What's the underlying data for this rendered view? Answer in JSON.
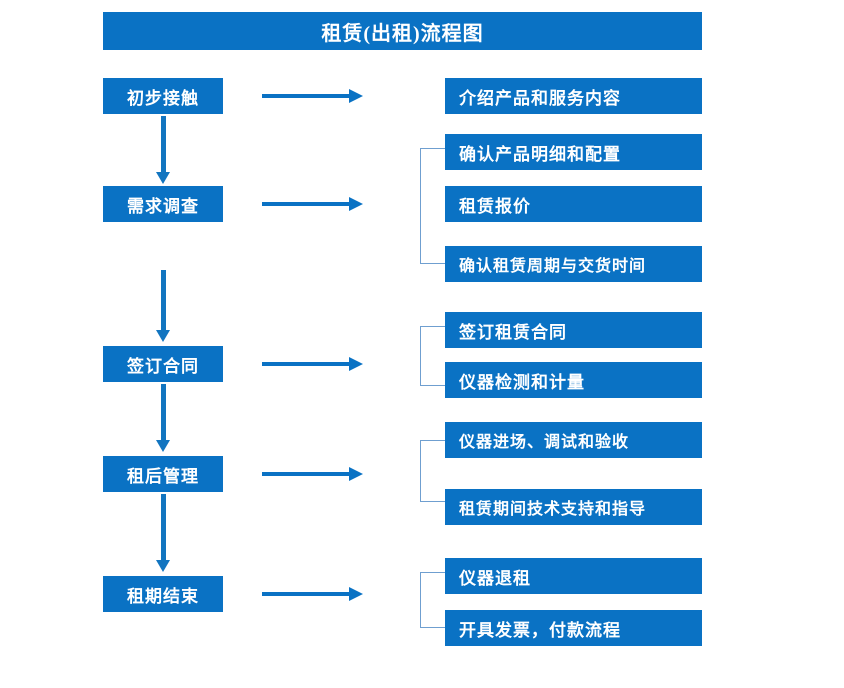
{
  "diagram": {
    "title": "租赁(出租)流程图",
    "colors": {
      "box_fill": "#0A72C4",
      "box_text": "#FFFFFF",
      "arrow": "#1275C0",
      "bracket": "#6F9FD0",
      "background": "#FFFFFF"
    },
    "stages": [
      {
        "id": "stage-1",
        "label": "初步接触",
        "arrow_label": "arrow-right",
        "has_bracket": false,
        "details": [
          "介绍产品和服务内容"
        ]
      },
      {
        "id": "stage-2",
        "label": "需求调查",
        "arrow_label": "arrow-right",
        "has_bracket": true,
        "details": [
          "确认产品明细和配置",
          "租赁报价",
          "确认租赁周期与交货时间"
        ]
      },
      {
        "id": "stage-3",
        "label": "签订合同",
        "arrow_label": "arrow-right",
        "has_bracket": true,
        "details": [
          "签订租赁合同",
          "仪器检测和计量"
        ]
      },
      {
        "id": "stage-4",
        "label": "租后管理",
        "arrow_label": "arrow-right",
        "has_bracket": true,
        "details": [
          "仪器进场、调试和验收",
          "租赁期间技术支持和指导"
        ]
      },
      {
        "id": "stage-5",
        "label": "租期结束",
        "arrow_label": "arrow-right",
        "has_bracket": true,
        "details": [
          "仪器退租",
          "开具发票，付款流程"
        ]
      }
    ]
  }
}
